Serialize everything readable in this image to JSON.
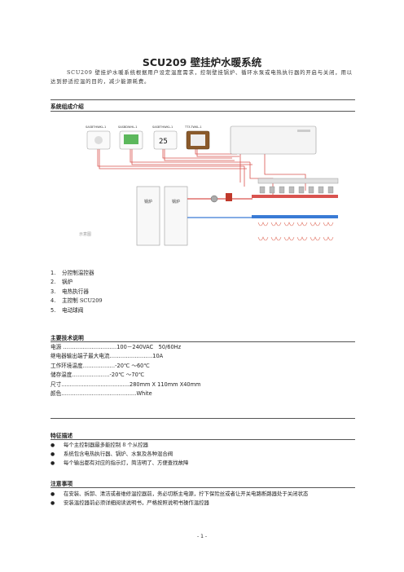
{
  "doc": {
    "title": "SCU209 壁挂炉水暖系统",
    "intro": "SCU209 壁挂炉水暖系统根据用户设定温度需求，控制壁挂锅炉、循环水泵或电热执行器的开启与关闭，用以达到舒适控温的目的，减少能源耗费。",
    "page_number": "- 1 -"
  },
  "system": {
    "heading": "系统组成介绍",
    "diagram": {
      "thermostat_labels": [
        "SASBTHWKL-1",
        "SASBDWHL-1",
        "SASBTHWKL-1",
        "TT3-TWKL-1"
      ],
      "thermostat_display": "25",
      "boiler_label": "锅炉",
      "watermark": "示意图"
    },
    "components": [
      {
        "num": "1.",
        "text": "分控制温控器"
      },
      {
        "num": "2.",
        "text": "锅炉"
      },
      {
        "num": "3.",
        "text": "电热执行器"
      },
      {
        "num": "4.",
        "text": "主控制 SCU209"
      },
      {
        "num": "5.",
        "text": "电动球阀"
      }
    ]
  },
  "specs": {
    "heading": "主要技术说明",
    "items": [
      {
        "label": "电源",
        "dots": " …………………………",
        "value": "100－240VAC　50/60Hz"
      },
      {
        "label": "继电器输出端子最大电流",
        "dots": "……………………",
        "value": "10A"
      },
      {
        "label": "工作环境温度",
        "dots": "………………",
        "value": "-20℃ ～60℃"
      },
      {
        "label": "储存温度",
        "dots": "…………………",
        "value": "-20℃ ～70℃"
      },
      {
        "label": "尺寸",
        "dots": "........................................",
        "value": "280mm X 110mm X40mm"
      },
      {
        "label": "颜色",
        "dots": "……………………………………",
        "value": "White"
      }
    ]
  },
  "features": {
    "heading": "特征描述",
    "items": [
      "每个主控制器最多能控制 8 个从控器",
      "系统包含电热执行器、锅炉、水泵及各种混合阀",
      "每个输出都有对应的指示灯，简洁明了、方便查找故障"
    ]
  },
  "notes": {
    "heading": "注意事项",
    "items": [
      "在安装、拆卸、清洁或者维修温控器前，务必切断主电源，拧下保险丝或者让开关电路断路器处于关闭状态",
      "安装温控器前必须详细阅读说明书，严格按照说明书操作温控器"
    ]
  }
}
